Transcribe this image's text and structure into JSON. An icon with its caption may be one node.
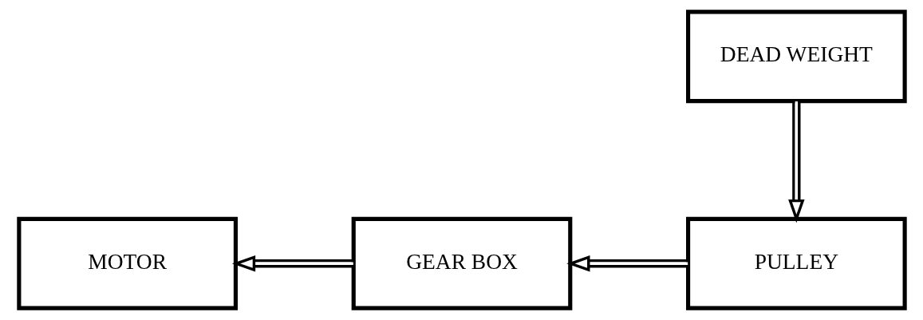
{
  "diagram": {
    "nodes": [
      {
        "text": [
          "MOTOR"
        ]
      },
      {
        "text": [
          "GEAR BOX"
        ]
      },
      {
        "text": [
          "PULLEY"
        ]
      },
      {
        "text": [
          "DEAD WEIGHT"
        ]
      }
    ],
    "edges": [
      {
        "from": 1,
        "to": 0,
        "arrow": "to"
      },
      {
        "from": 2,
        "to": 1,
        "arrow": "to"
      },
      {
        "from": 3,
        "to": 2,
        "arrow": "to"
      }
    ]
  }
}
